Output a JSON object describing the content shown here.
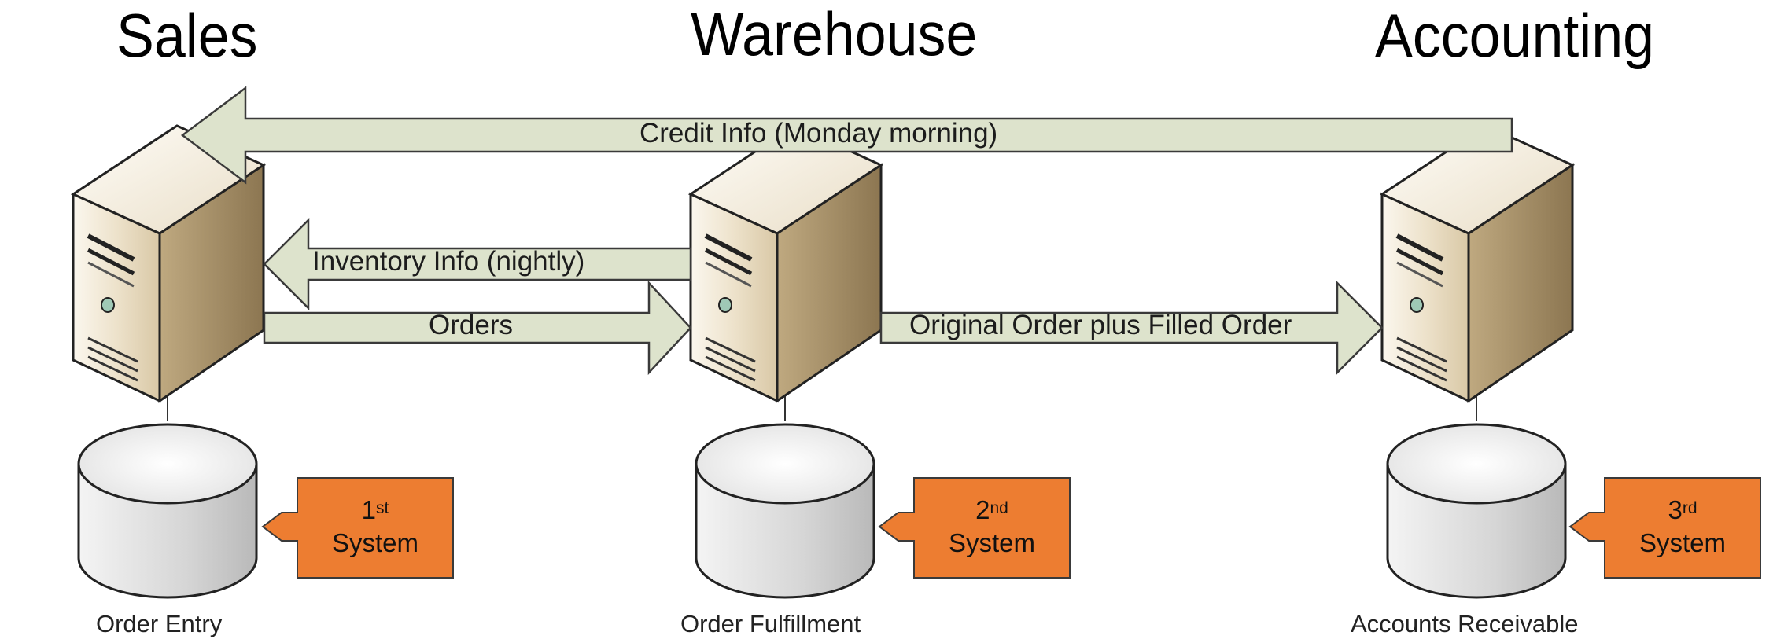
{
  "departments": {
    "sales": "Sales",
    "warehouse": "Warehouse",
    "accounting": "Accounting"
  },
  "databases": {
    "order_entry": "Order Entry",
    "order_fulfillment": "Order Fulfillment",
    "accounts_receivable": "Accounts Receivable"
  },
  "flows": {
    "credit_info": "Credit Info (Monday morning)",
    "inventory_info": "Inventory Info (nightly)",
    "orders": "Orders",
    "original_order": "Original Order plus Filled Order"
  },
  "systems": [
    {
      "number": "1",
      "suffix": "st",
      "word": "System"
    },
    {
      "number": "2",
      "suffix": "nd",
      "word": "System"
    },
    {
      "number": "3",
      "suffix": "rd",
      "word": "System"
    }
  ],
  "colors": {
    "arrow_fill": "#dde3cc",
    "arrow_stroke": "#3a3a3a",
    "system_badge": "#ed7d31",
    "server_face": "#e6d8bd",
    "database": "#e6e6e6"
  }
}
